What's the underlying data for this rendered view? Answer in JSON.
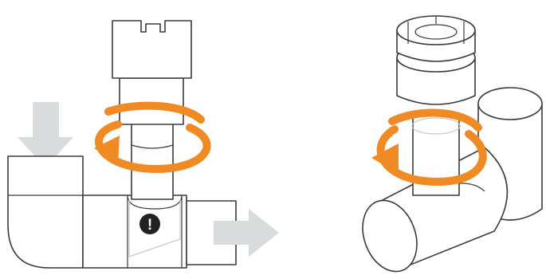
{
  "figure": {
    "panels": [
      {
        "view": "front-section",
        "warning_glyph": "!",
        "arrows": [
          "down-arrow",
          "right-arrow",
          "rotate-arrow"
        ]
      },
      {
        "view": "isometric",
        "arrows": [
          "rotate-arrow"
        ]
      }
    ]
  },
  "colors": {
    "outline": "#3a3a3a",
    "rotate_arrow": "#f08a24",
    "flow_arrow": "#d9dcdc",
    "warning_badge": "#222222",
    "background": "#ffffff"
  },
  "icons": {
    "rotate": "rotate-clockwise-icon",
    "flow_in": "arrow-down-icon",
    "flow_out": "arrow-right-icon",
    "warning": "exclamation-icon"
  }
}
